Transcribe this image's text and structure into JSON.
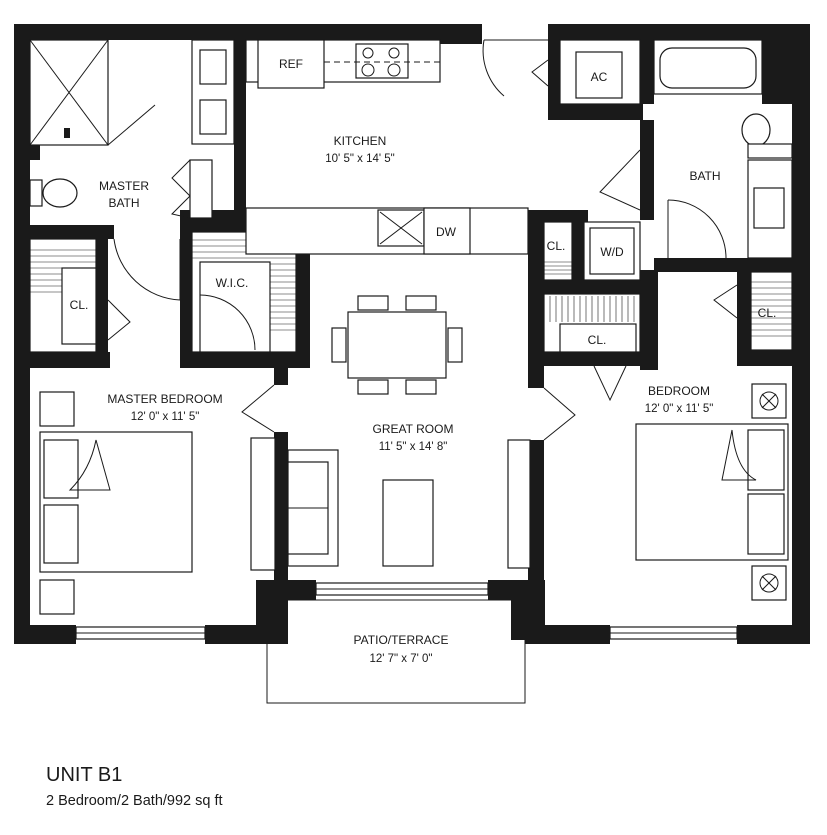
{
  "unit": {
    "title": "UNIT B1",
    "subtitle": "2 Bedroom/2 Bath/992 sq ft"
  },
  "rooms": {
    "kitchen": {
      "name": "KITCHEN",
      "dims": "10' 5\" x 14' 5\""
    },
    "master_bath": {
      "name_line1": "MASTER",
      "name_line2": "BATH"
    },
    "bath": {
      "name": "BATH"
    },
    "wic": {
      "name": "W.I.C."
    },
    "master_closet": {
      "name": "CL."
    },
    "small_closet": {
      "name": "CL."
    },
    "right_closet": {
      "name": "CL."
    },
    "bedroom_closet": {
      "name": "CL."
    },
    "master_bedroom": {
      "name": "MASTER BEDROOM",
      "dims": "12' 0\" x 11' 5\""
    },
    "great_room": {
      "name": "GREAT ROOM",
      "dims": "11' 5\" x 14' 8\""
    },
    "bedroom": {
      "name": "BEDROOM",
      "dims": "12' 0\" x 11' 5\""
    },
    "patio": {
      "name": "PATIO/TERRACE",
      "dims": "12' 7\" x 7' 0\""
    }
  },
  "appliances": {
    "ref": "REF",
    "dw": "DW",
    "ac": "AC",
    "wd": "W/D"
  }
}
